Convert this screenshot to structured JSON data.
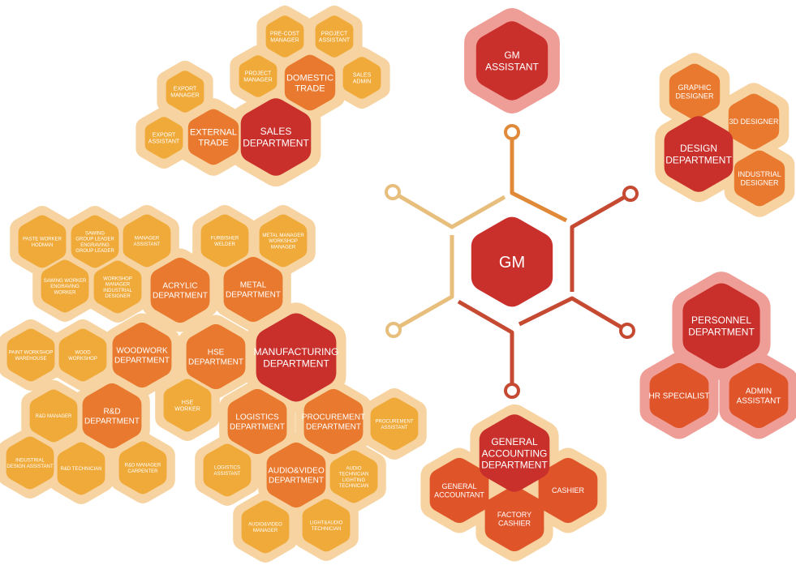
{
  "center": {
    "label": "GM"
  },
  "colors": {
    "red": "#c9302c",
    "deep_orange": "#e0542a",
    "orange": "#e8792e",
    "amber": "#eb9a34",
    "yellow_orange": "#efaa3a",
    "halo": "#f6d3a0",
    "halo_red": "#ee9e96",
    "line_red": "#c64a32",
    "line_orange": "#e08a39",
    "line_light": "#e8be7c"
  },
  "units": [
    {
      "key": "gm_assistant",
      "label": [
        "GM",
        "ASSISTANT"
      ],
      "color": "red",
      "halo": "halo_red"
    },
    {
      "key": "sales",
      "label": [
        "SALES",
        "DEPARTMENT"
      ],
      "color": "red",
      "children": [
        {
          "key": "domestic",
          "label": [
            "DOMESTIC",
            "TRADE"
          ],
          "color": "orange"
        },
        {
          "key": "external",
          "label": [
            "EXTERNAL",
            "TRADE"
          ],
          "color": "orange"
        },
        {
          "key": "pre_cost",
          "label": [
            "PRE-COST",
            "MANAGER"
          ],
          "color": "yellow_orange"
        },
        {
          "key": "project_assistant",
          "label": [
            "PROJECT",
            "ASSISTANT"
          ],
          "color": "yellow_orange"
        },
        {
          "key": "project_manager",
          "label": [
            "PROJECT",
            "MANAGER"
          ],
          "color": "yellow_orange"
        },
        {
          "key": "sales_admin",
          "label": [
            "SALES",
            "ADMIN"
          ],
          "color": "yellow_orange"
        },
        {
          "key": "export_manager",
          "label": [
            "EXPORT",
            "MANAGER"
          ],
          "color": "yellow_orange"
        },
        {
          "key": "export_assistant",
          "label": [
            "EXPORT",
            "ASSISTANT"
          ],
          "color": "yellow_orange"
        }
      ]
    },
    {
      "key": "design",
      "label": [
        "DESIGN",
        "DEPARTMENT"
      ],
      "color": "red",
      "children": [
        {
          "key": "graphic",
          "label": [
            "GRAPHIC",
            "DESIGNER"
          ],
          "color": "orange"
        },
        {
          "key": "three_d",
          "label": [
            "3D DESIGNER"
          ],
          "color": "orange"
        },
        {
          "key": "industrial",
          "label": [
            "INDUSTRIAL",
            "DESIGNER"
          ],
          "color": "orange"
        }
      ]
    },
    {
      "key": "personnel",
      "label": [
        "PERSONNEL",
        "DEPARTMENT"
      ],
      "color": "red",
      "halo": "halo_red",
      "children": [
        {
          "key": "hr",
          "label": [
            "HR SPECIALIST"
          ],
          "color": "deep_orange"
        },
        {
          "key": "admin_assistant",
          "label": [
            "ADMIN",
            "ASSISTANT"
          ],
          "color": "deep_orange"
        }
      ]
    },
    {
      "key": "accounting",
      "label": [
        "GENERAL",
        "ACCOUNTING",
        "DEPARTMENT"
      ],
      "color": "red",
      "children": [
        {
          "key": "general_accountant",
          "label": [
            "GENERAL",
            "ACCOUNTANT"
          ],
          "color": "deep_orange"
        },
        {
          "key": "cashier",
          "label": [
            "CASHIER"
          ],
          "color": "deep_orange"
        },
        {
          "key": "factory_cashier",
          "label": [
            "FACTORY",
            "CASHIER"
          ],
          "color": "deep_orange"
        }
      ]
    },
    {
      "key": "manufacturing",
      "label": [
        "MANUFACTURING",
        "DEPARTMENT"
      ],
      "color": "red",
      "children": [
        {
          "key": "acrylic",
          "label": [
            "ACRYLIC",
            "DEPARTMENT"
          ],
          "color": "orange"
        },
        {
          "key": "metal",
          "label": [
            "METAL",
            "DEPARTMENT"
          ],
          "color": "orange"
        },
        {
          "key": "woodwork",
          "label": [
            "WOODWORK",
            "DEPARTMENT"
          ],
          "color": "orange"
        },
        {
          "key": "hse",
          "label": [
            "HSE",
            "DEPARTMENT"
          ],
          "color": "orange"
        },
        {
          "key": "rd",
          "label": [
            "R&D",
            "DEPARTMENT"
          ],
          "color": "orange"
        },
        {
          "key": "logistics",
          "label": [
            "LOGISTICS",
            "DEPARTMENT"
          ],
          "color": "orange"
        },
        {
          "key": "procurement",
          "label": [
            "PROCUREMENT",
            "DEPARTMENT"
          ],
          "color": "orange"
        },
        {
          "key": "audio_video",
          "label": [
            "AUDIO&VIDEO",
            "DEPARTMENT"
          ],
          "color": "orange"
        },
        {
          "key": "paste_worker",
          "label": [
            "PASTE WORKER",
            "HODMAN"
          ],
          "color": "yellow_orange"
        },
        {
          "key": "sawing_leader",
          "label": [
            "SAWING",
            "GROUP LEADER",
            "ENGRAVING",
            "GROUP LEADER"
          ],
          "color": "yellow_orange"
        },
        {
          "key": "manager_assistant",
          "label": [
            "MANAGER",
            "ASSISTANT"
          ],
          "color": "yellow_orange"
        },
        {
          "key": "sawing_worker",
          "label": [
            "SAWING WORKER",
            "ENGRAVING",
            "WORKER"
          ],
          "color": "yellow_orange"
        },
        {
          "key": "workshop_manager",
          "label": [
            "WORKSHOP",
            "MANAGER",
            "INDUSTRIAL",
            "DESIGNER"
          ],
          "color": "yellow_orange"
        },
        {
          "key": "furbisher",
          "label": [
            "FURBISHER",
            "WELDER"
          ],
          "color": "yellow_orange"
        },
        {
          "key": "metal_manager",
          "label": [
            "METAL MANAGER",
            "WORKSHOP",
            "MANAGER"
          ],
          "color": "yellow_orange"
        },
        {
          "key": "paint_workshop",
          "label": [
            "PAINT WORKSHOP",
            "WAREHOUSE"
          ],
          "color": "yellow_orange"
        },
        {
          "key": "wood_workshop",
          "label": [
            "WOOD",
            "WORKSHOP"
          ],
          "color": "yellow_orange"
        },
        {
          "key": "hse_worker",
          "label": [
            "HSE",
            "WORKER"
          ],
          "color": "yellow_orange"
        },
        {
          "key": "rd_manager",
          "label": [
            "R&D MANAGER"
          ],
          "color": "yellow_orange"
        },
        {
          "key": "industrial_design_assistant",
          "label": [
            "INDUSTRIAL",
            "DESIGN ASSISTANT"
          ],
          "color": "yellow_orange"
        },
        {
          "key": "rd_technician",
          "label": [
            "R&D TECHNICIAN"
          ],
          "color": "yellow_orange"
        },
        {
          "key": "rd_manager_carpenter",
          "label": [
            "R&D MANAGER",
            "CARPENTER"
          ],
          "color": "yellow_orange"
        },
        {
          "key": "procurement_assistant",
          "label": [
            "PROCUREMENT",
            "ASSISTANT"
          ],
          "color": "yellow_orange"
        },
        {
          "key": "logistics_assistant",
          "label": [
            "LOGISTICS",
            "ASSISTANT"
          ],
          "color": "yellow_orange"
        },
        {
          "key": "audio_technician",
          "label": [
            "AUDIO",
            "TECHNICIAN",
            "LIGHTING",
            "TECHNICIAN"
          ],
          "color": "yellow_orange"
        },
        {
          "key": "av_manager",
          "label": [
            "AUDIO&VIDEO",
            "MANAGER"
          ],
          "color": "yellow_orange"
        },
        {
          "key": "light_audio_technician",
          "label": [
            "LIGHT&AUDIO",
            "TECHNICIAN"
          ],
          "color": "yellow_orange"
        }
      ]
    }
  ]
}
